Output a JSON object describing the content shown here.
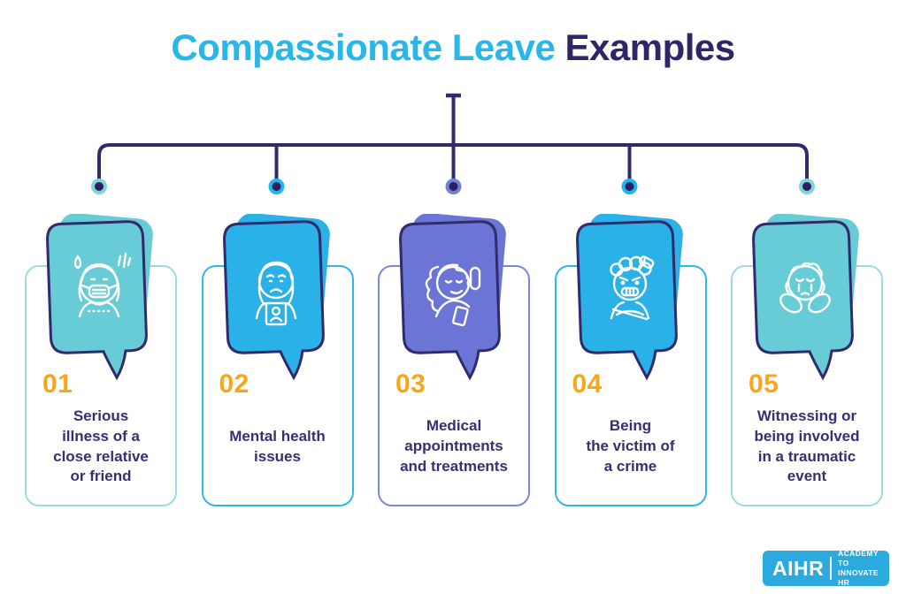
{
  "title": {
    "part1": "Compassionate Leave",
    "part2": "Examples"
  },
  "colors": {
    "title_accent": "#29b6e9",
    "title_dark": "#302569",
    "line": "#312a6b",
    "dot_core": "#2b2160",
    "number": "#f8a61e",
    "text": "#3a2d74",
    "logo_bg": "#2caade"
  },
  "cards": [
    {
      "number": "01",
      "label": "Serious\nillness of a\nclose relative\nor friend",
      "bubble_fill": "#68ccd6",
      "border_color": "#9cdbe2",
      "dot_color": "#7fd3da",
      "icon": "sick-person-mask-icon"
    },
    {
      "number": "02",
      "label": "Mental health\nissues",
      "bubble_fill": "#29b1e8",
      "border_color": "#2eb6ed",
      "dot_color": "#1eb7ef",
      "icon": "sad-person-photo-icon"
    },
    {
      "number": "03",
      "label": "Medical\nappointments\nand treatments",
      "bubble_fill": "#6b75d5",
      "border_color": "#7d86da",
      "dot_color": "#7380d8",
      "icon": "person-raised-hand-icon"
    },
    {
      "number": "04",
      "label": "Being\nthe victim of\na crime",
      "bubble_fill": "#29b1e8",
      "border_color": "#2eb6ed",
      "dot_color": "#1eb7ef",
      "icon": "injured-person-icon"
    },
    {
      "number": "05",
      "label": "Witnessing or\nbeing involved\nin a traumatic\nevent",
      "bubble_fill": "#68ccd6",
      "border_color": "#9cdbe2",
      "dot_color": "#7fd3da",
      "icon": "crying-person-icon"
    }
  ],
  "logo": {
    "brand": "AIHR",
    "tagline_line1": "ACADEMY TO",
    "tagline_line2": "INNOVATE HR"
  }
}
